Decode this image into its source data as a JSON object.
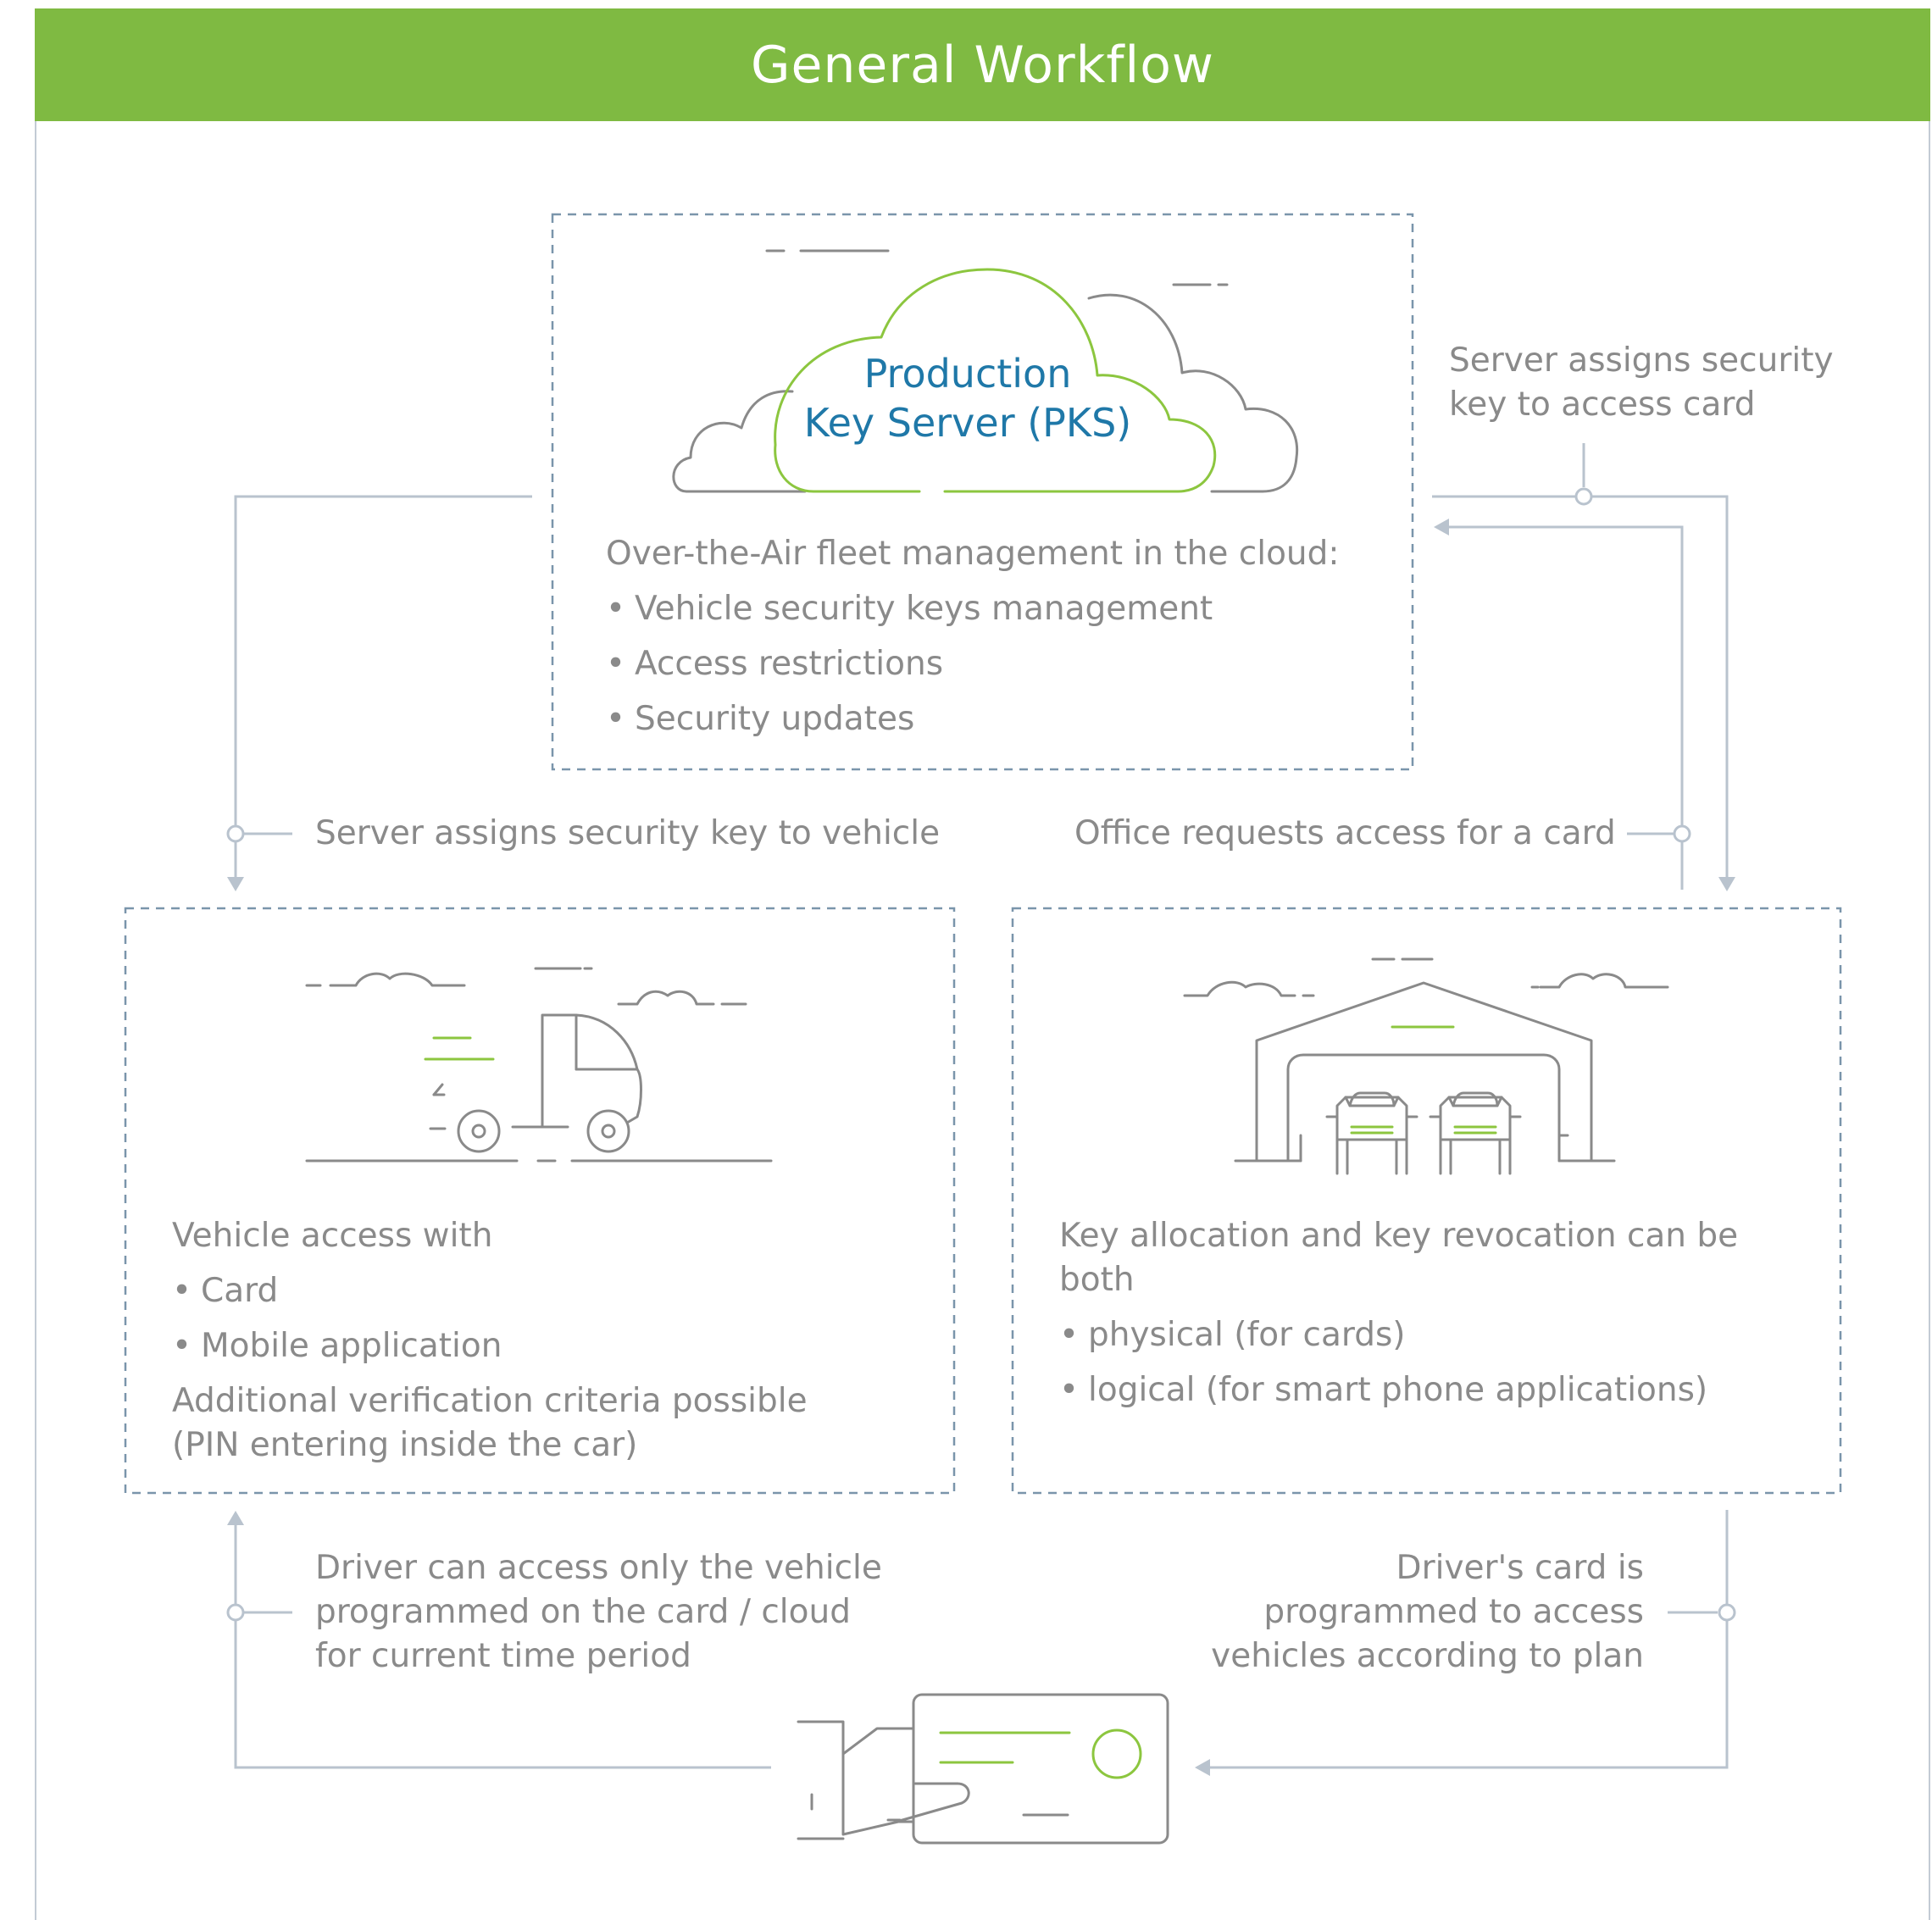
{
  "header": {
    "title": "General Workflow"
  },
  "pks": {
    "title_line1": "Production",
    "title_line2": "Key Server (PKS)",
    "intro": "Over-the-Air fleet management in the cloud:",
    "bullets": [
      "Vehicle security keys management",
      "Access restrictions",
      "Security updates"
    ]
  },
  "vehicle_box": {
    "intro": "Vehicle access with",
    "bullets": [
      "Card",
      "Mobile application"
    ],
    "extra_line1": "Additional verification criteria possible",
    "extra_line2": "(PIN entering inside the car)"
  },
  "office_box": {
    "intro_line1": "Key allocation and key revocation can be",
    "intro_line2": "both",
    "bullets": [
      "physical (for cards)",
      "logical (for smart phone applications)"
    ]
  },
  "labels": {
    "server_assigns_card_line1": "Server assigns security",
    "server_assigns_card_line2": "key to access card",
    "server_assigns_vehicle": "Server assigns security key to vehicle",
    "office_requests": "Office requests access for a card",
    "driver_access_line1": "Driver can access only the vehicle",
    "driver_access_line2": "programmed on the card / cloud",
    "driver_access_line3": "for current time period",
    "card_programmed_line1": "Driver's card is",
    "card_programmed_line2": "programmed to access",
    "card_programmed_line3": "vehicles according to plan"
  },
  "colors": {
    "header_green": "#7fba42",
    "accent_green": "#8cc63f",
    "title_blue": "#1f78a8",
    "connector_gray": "#b9c3ce",
    "dashed_border": "#7a95ab",
    "icon_gray": "#8a8a8a"
  }
}
